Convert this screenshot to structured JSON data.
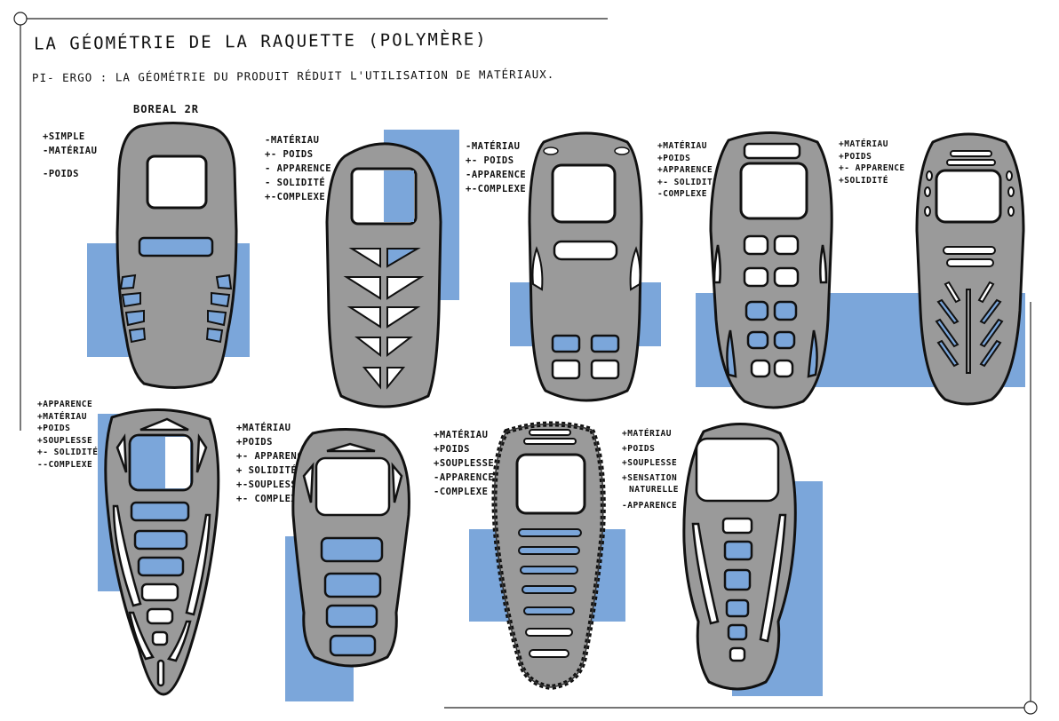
{
  "header": {
    "title": "LA GÉOMÉTRIE DE LA RAQUETTE (POLYMÈRE)",
    "subtitle": "PI- ERGO : LA GÉOMÉTRIE DU PRODUIT RÉDUIT L'UTILISATION DE MATÉRIAUX."
  },
  "colors": {
    "sole_fill": "#9a9a9a",
    "accent_blue": "#7ba6da",
    "outline": "#111111"
  },
  "designs": [
    {
      "label": "BOREAL 2R",
      "notes": [
        "+SIMPLE",
        "-MATÉRIAU",
        "-POIDS"
      ]
    },
    {
      "label": "",
      "notes": [
        "-MATÉRIAU",
        "+- POIDS",
        "- APPARENCE",
        "- SOLIDITÉ",
        "+-COMPLEXE"
      ]
    },
    {
      "label": "",
      "notes": [
        "-MATÉRIAU",
        "+- POIDS",
        "-APPARENCE",
        "+-COMPLEXE"
      ]
    },
    {
      "label": "",
      "notes": [
        "+MATÉRIAU",
        "+POIDS",
        "+APPARENCE",
        "+- SOLIDITÉ",
        "-COMPLEXE"
      ]
    },
    {
      "label": "",
      "notes": [
        "+MATÉRIAU",
        "+POIDS",
        "+- APPARENCE",
        "+SOLIDITÉ"
      ]
    },
    {
      "label": "",
      "notes": [
        "+APPARENCE",
        "+MATÉRIAU",
        "+POIDS",
        "+SOUPLESSE",
        "+- SOLIDITÉ",
        "--COMPLEXE"
      ]
    },
    {
      "label": "",
      "notes": [
        "+MATÉRIAU",
        "+POIDS",
        "+- APPARENCE",
        "+ SOLIDITÉ",
        "+-SOUPLESSE",
        "+- COMPLEXE"
      ]
    },
    {
      "label": "",
      "notes": [
        "+MATÉRIAU",
        "+POIDS",
        "+SOUPLESSE",
        "-APPARENCE",
        "-COMPLEXE"
      ]
    },
    {
      "label": "",
      "notes": [
        "+MATÉRIAU",
        "+POIDS",
        "+SOUPLESSE",
        "+SENSATION",
        "NATURELLE",
        "-APPARENCE"
      ]
    }
  ]
}
